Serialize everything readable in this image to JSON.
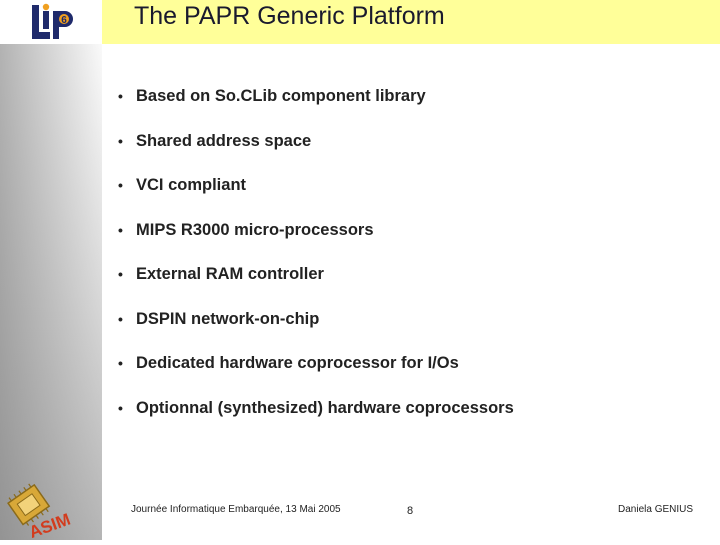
{
  "slide": {
    "title": "The PAPR Generic Platform",
    "bullets": [
      "Based on So.CLib component library",
      "Shared address space",
      "VCI compliant",
      "MIPS R3000 micro-processors",
      "External RAM controller",
      "DSPIN network-on-chip",
      "Dedicated hardware coprocessor for I/Os",
      "Optionnal (synthesized) hardware coprocessors"
    ],
    "bullet_glyph": "•"
  },
  "footer": {
    "event": "Journée Informatique Embarquée, 13 Mai 2005",
    "page_number": "8",
    "author": "Daniela GENIUS"
  },
  "logos": {
    "lip6": {
      "letters": "LIP",
      "number": "6"
    },
    "asim": {
      "text": "ASIM"
    }
  },
  "colors": {
    "title_band": "#ffff99",
    "logo_blue": "#1f2a6b",
    "logo_orange": "#f0a020",
    "asim_red": "#d23c1e",
    "chip_gold": "#d8a838"
  }
}
